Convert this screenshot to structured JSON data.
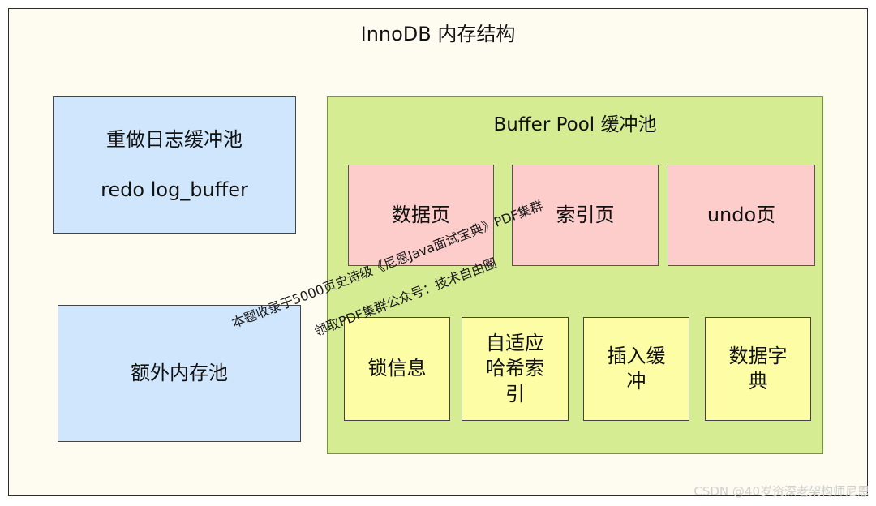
{
  "title": "InnoDB 内存结构",
  "redo_box": {
    "line1": "重做日志缓冲池",
    "line2": "redo log_buffer"
  },
  "extra_pool": {
    "label": "额外内存池"
  },
  "buffer_pool": {
    "title": "Buffer Pool 缓冲池",
    "pages": [
      {
        "label": "数据页"
      },
      {
        "label": "索引页"
      },
      {
        "label": "undo页"
      }
    ],
    "components": [
      {
        "label": "锁信息"
      },
      {
        "label": "自适应\n哈希索\n引"
      },
      {
        "label": "插入缓\n冲"
      },
      {
        "label": "数据字\n典"
      }
    ]
  },
  "watermark": {
    "line1": "本题收录于5000页史诗级《尼恩Java面试宝典》PDF集群",
    "line2": "领取PDF集群公众号：技术自由圈"
  },
  "credit": "CSDN @40岁资深老架构师尼恩",
  "colors": {
    "frame_bg": "#fefcf1",
    "blue_box": "#cfe6fd",
    "green_pool": "#d5ec93",
    "pink_page": "#fdcdcb",
    "yellow_component": "#fcfda4"
  }
}
